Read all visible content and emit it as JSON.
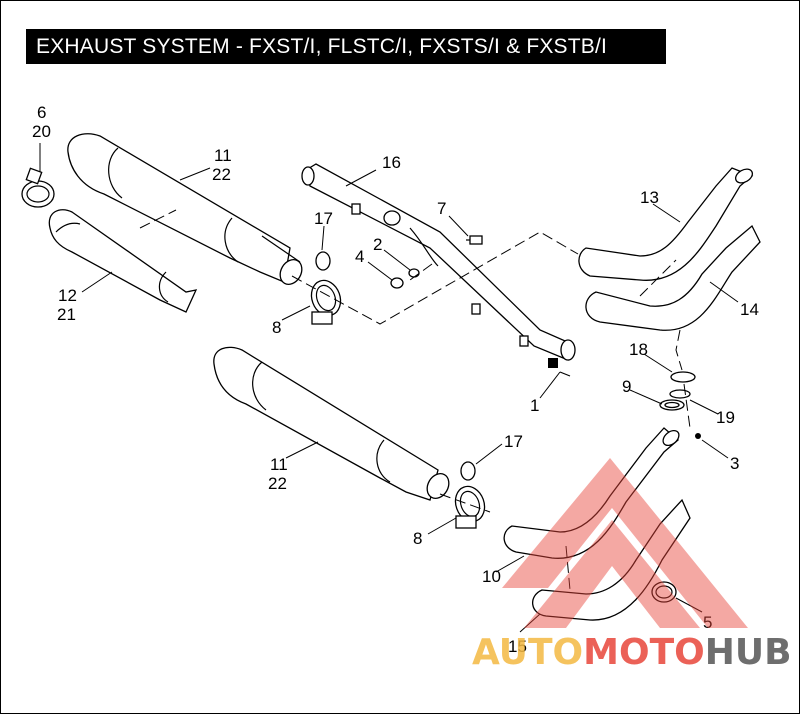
{
  "title": "EXHAUST SYSTEM - FXST/I, FLSTC/I, FXSTS/I & FXSTB/I",
  "callouts": [
    {
      "id": "c-6",
      "text": "6"
    },
    {
      "id": "c-20",
      "text": "20"
    },
    {
      "id": "c-11a",
      "text": "11"
    },
    {
      "id": "c-22a",
      "text": "22"
    },
    {
      "id": "c-16",
      "text": "16"
    },
    {
      "id": "c-17a",
      "text": "17"
    },
    {
      "id": "c-7",
      "text": "7"
    },
    {
      "id": "c-2",
      "text": "2"
    },
    {
      "id": "c-4",
      "text": "4"
    },
    {
      "id": "c-13",
      "text": "13"
    },
    {
      "id": "c-12",
      "text": "12"
    },
    {
      "id": "c-21",
      "text": "21"
    },
    {
      "id": "c-8a",
      "text": "8"
    },
    {
      "id": "c-14",
      "text": "14"
    },
    {
      "id": "c-18",
      "text": "18"
    },
    {
      "id": "c-1",
      "text": "1"
    },
    {
      "id": "c-9",
      "text": "9"
    },
    {
      "id": "c-19",
      "text": "19"
    },
    {
      "id": "c-3",
      "text": "3"
    },
    {
      "id": "c-17b",
      "text": "17"
    },
    {
      "id": "c-11b",
      "text": "11"
    },
    {
      "id": "c-22b",
      "text": "22"
    },
    {
      "id": "c-8b",
      "text": "8"
    },
    {
      "id": "c-10",
      "text": "10"
    },
    {
      "id": "c-5",
      "text": "5"
    },
    {
      "id": "c-15",
      "text": "15"
    }
  ],
  "watermark": {
    "part1": "AUTO",
    "part2": "MOTO",
    "part3": "HUB",
    "colors": {
      "auto": "#f4b942",
      "moto": "#e8463a",
      "hub": "#555555",
      "triangle": "#e8463a"
    }
  }
}
